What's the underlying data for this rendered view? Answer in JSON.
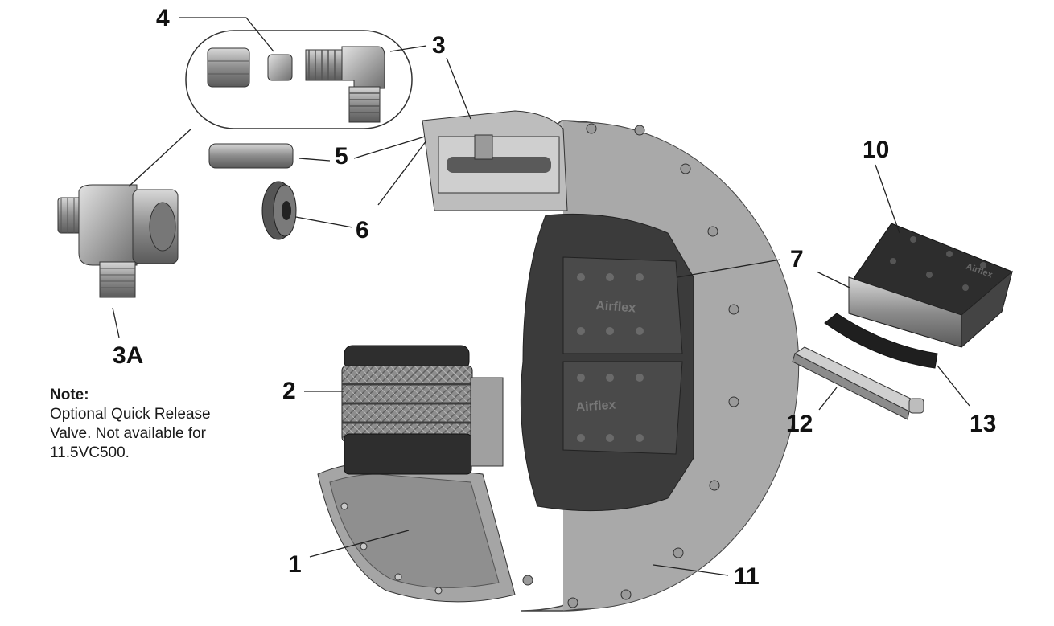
{
  "colors": {
    "metal_dark": "#4a4a4a",
    "metal_mid": "#9a9a9a",
    "metal_light": "#d6d6d6",
    "friction": "#3a3a3a",
    "ink": "#111111"
  },
  "callouts": {
    "c1": "1",
    "c2": "2",
    "c3": "3",
    "c3a": "3A",
    "c4": "4",
    "c5": "5",
    "c6": "6",
    "c7": "7",
    "c10": "10",
    "c11": "11",
    "c12": "12",
    "c13": "13"
  },
  "brand": {
    "shoe_upper": "Airflex",
    "shoe_lower": "Airflex",
    "block": "Airflex"
  },
  "note": {
    "title": "Note:",
    "line1": "Optional Quick Release",
    "line2": "Valve. Not available for",
    "line3": "11.5VC500."
  }
}
